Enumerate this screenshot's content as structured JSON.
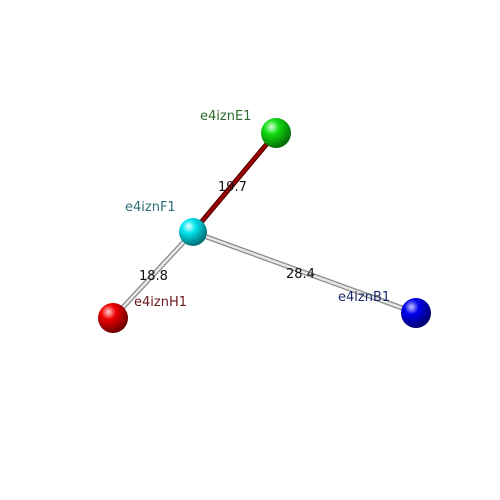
{
  "nodes": [
    {
      "id": "F1",
      "label": "e4iznF1",
      "color": "#00e5ee",
      "label_color": "#2f6f7a"
    },
    {
      "id": "E1",
      "label": "e4iznE1",
      "color": "#11dd11",
      "label_color": "#2e6b2e"
    },
    {
      "id": "H1",
      "label": "e4iznH1",
      "color": "#ee0000",
      "label_color": "#6b1a1a"
    },
    {
      "id": "B1",
      "label": "e4iznB1",
      "color": "#0000ee",
      "label_color": "#1e2a6b"
    }
  ],
  "edges": [
    {
      "from": "F1",
      "to": "E1",
      "label": "19.7",
      "color": "#8b0000"
    },
    {
      "from": "F1",
      "to": "H1",
      "label": "18.8",
      "color": "#bbbbbb"
    },
    {
      "from": "F1",
      "to": "B1",
      "label": "28.4",
      "color": "#bbbbbb"
    }
  ]
}
